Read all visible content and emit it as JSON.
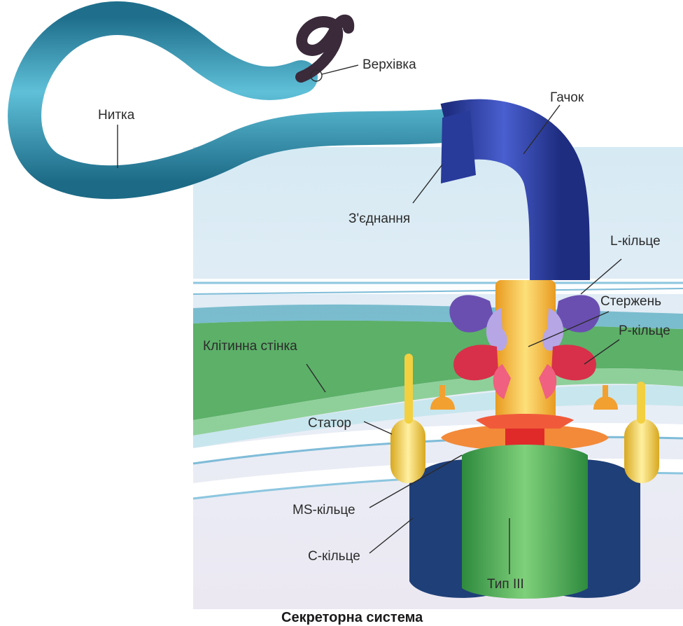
{
  "labels": {
    "tip": "Верхівка",
    "filament": "Нитка",
    "hook": "Гачок",
    "junction": "З'єднання",
    "l_ring": "L-кільце",
    "rod": "Стержень",
    "p_ring": "P-кільце",
    "cell_wall": "Клітинна стінка",
    "stator": "Статор",
    "ms_ring": "MS-кільце",
    "c_ring": "C-кільце",
    "type_three": "Тип III"
  },
  "caption": "Секреторна система",
  "colors": {
    "filament": "#2b8fb0",
    "hook": "#2f3fa8",
    "rod": "#f5c040",
    "l_ring": "#6a4fb0",
    "p_ring": "#d8304a",
    "stator": "#f2d040",
    "c_ring": "#1f3f78",
    "type_three": "#4fae4f",
    "cell_wall": "#5cb068",
    "membrane": "#cfe6f3"
  }
}
